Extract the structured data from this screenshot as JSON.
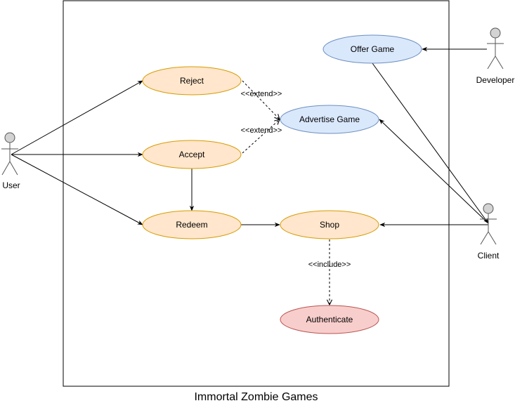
{
  "system": {
    "title": "Immortal Zombie Games"
  },
  "actors": {
    "user": "User",
    "developer": "Developer",
    "client": "Client"
  },
  "use_cases": {
    "reject": "Reject",
    "accept": "Accept",
    "redeem": "Redeem",
    "offer_game": "Offer Game",
    "advertise_game": "Advertise Game",
    "shop": "Shop",
    "authenticate": "Authenticate"
  },
  "relations": {
    "extend_1": "<<extend>>",
    "extend_2": "<<extend>>",
    "include": "<<include>>"
  },
  "colors": {
    "orange_fill": "#ffe6cc",
    "orange_stroke": "#d79b00",
    "blue_fill": "#dae8fc",
    "blue_stroke": "#6c8ebf",
    "red_fill": "#f8cecc",
    "red_stroke": "#b85450",
    "actor_fill": "#d3d3d3"
  }
}
